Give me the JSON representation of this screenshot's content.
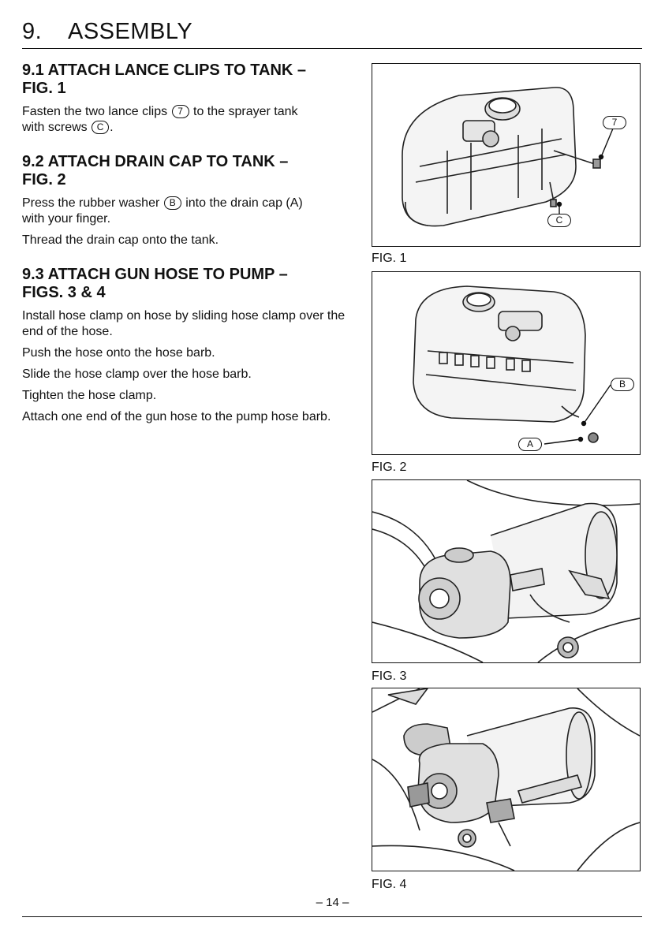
{
  "header": {
    "number": "9.",
    "title": "ASSEMBLY"
  },
  "sections": [
    {
      "heading_line1": "9.1 ATTACH LANCE CLIPS TO TANK –",
      "heading_line2": "FIG. 1",
      "p1_a": "Fasten the two lance clips",
      "p1_callout1": "7",
      "p1_b": "to the sprayer tank",
      "p1_c": "with screws",
      "p1_callout2": "C",
      "p1_d": "."
    },
    {
      "heading_line1": "9.2 ATTACH DRAIN CAP TO TANK –",
      "heading_line2": "FIG. 2",
      "p1_a": "Press the rubber washer",
      "p1_callout1": "B",
      "p1_b": "into the drain cap (A)",
      "p1_c": "with your finger.",
      "p2": "Thread the drain cap onto the tank."
    },
    {
      "heading_line1": "9.3 ATTACH GUN HOSE TO PUMP –",
      "heading_line2": "FIGS. 3 & 4",
      "p1": "Install hose clamp on hose by sliding hose clamp over the end of the hose.",
      "p2": "Push the hose onto the hose barb.",
      "p3": "Slide the hose clamp over the hose barb.",
      "p4": "Tighten the hose clamp.",
      "p5": "Attach one end of the gun hose to the pump hose barb."
    }
  ],
  "figures": [
    {
      "caption": "FIG. 1",
      "labels": [
        "7",
        "C"
      ]
    },
    {
      "caption": "FIG. 2",
      "labels": [
        "B",
        "A"
      ]
    },
    {
      "caption": "FIG. 3"
    },
    {
      "caption": "FIG. 4"
    }
  ],
  "footer": {
    "page_number": "– 14 –"
  }
}
